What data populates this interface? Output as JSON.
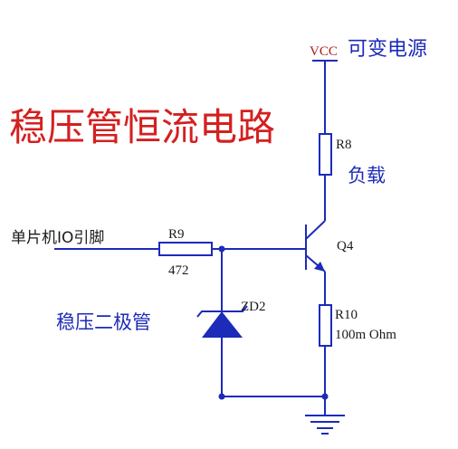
{
  "title": "稳压管恒流电路",
  "supply": {
    "label": "VCC",
    "desc": "可变电源"
  },
  "components": {
    "r8": {
      "ref": "R8",
      "desc": "负载"
    },
    "q4": {
      "ref": "Q4"
    },
    "r9": {
      "ref": "R9",
      "value": "472"
    },
    "zd2": {
      "ref": "ZD2",
      "desc": "稳压二极管"
    },
    "r10": {
      "ref": "R10",
      "value": "100m Ohm"
    }
  },
  "input": {
    "label": "单片机IO引脚"
  },
  "colors": {
    "wire": "#1c2bb8",
    "title": "#d42020",
    "vcc": "#b01818",
    "desc": "#1c2bb8"
  }
}
